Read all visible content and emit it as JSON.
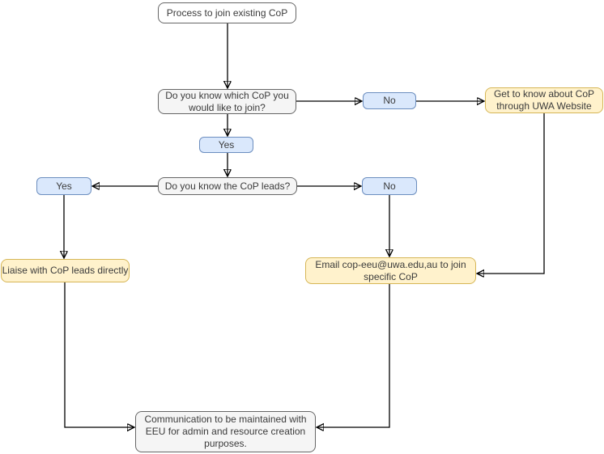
{
  "diagram": {
    "type": "flowchart",
    "title": "Process to join existing CoP",
    "nodes": {
      "start": {
        "label": "Process to join existing CoP",
        "shape": "rounded-rect",
        "fill": "#ffffff",
        "border": "#666666"
      },
      "q_which": {
        "label": "Do you know which CoP you would like to join?",
        "shape": "rounded-rect",
        "fill": "#f5f5f5",
        "border": "#666666"
      },
      "no1": {
        "label": "No",
        "shape": "rounded-rect",
        "fill": "#dae8fc",
        "border": "#6c8ebf"
      },
      "website": {
        "label": "Get to know about CoP through UWA Website",
        "shape": "rounded-rect",
        "fill": "#fff2cc",
        "border": "#d6b656"
      },
      "yes1": {
        "label": "Yes",
        "shape": "rounded-rect",
        "fill": "#dae8fc",
        "border": "#6c8ebf"
      },
      "q_leads": {
        "label": "Do you know the CoP leads?",
        "shape": "rounded-rect",
        "fill": "#f5f5f5",
        "border": "#666666"
      },
      "yes2": {
        "label": "Yes",
        "shape": "rounded-rect",
        "fill": "#dae8fc",
        "border": "#6c8ebf"
      },
      "no2": {
        "label": "No",
        "shape": "rounded-rect",
        "fill": "#dae8fc",
        "border": "#6c8ebf"
      },
      "liaise": {
        "label": "Liaise with CoP leads directly",
        "shape": "rounded-rect",
        "fill": "#fff2cc",
        "border": "#d6b656"
      },
      "email": {
        "label": "Email cop-eeu@uwa.edu,au to join specific CoP",
        "shape": "rounded-rect",
        "fill": "#fff2cc",
        "border": "#d6b656"
      },
      "comm": {
        "label": "Communication to be maintained with EEU for admin and resource creation purposes.",
        "shape": "rounded-rect",
        "fill": "#f5f5f5",
        "border": "#666666"
      }
    },
    "edges": [
      {
        "from": "start",
        "to": "q_which"
      },
      {
        "from": "q_which",
        "to": "no1"
      },
      {
        "from": "no1",
        "to": "website"
      },
      {
        "from": "q_which",
        "to": "yes1"
      },
      {
        "from": "yes1",
        "to": "q_leads"
      },
      {
        "from": "q_leads",
        "to": "yes2"
      },
      {
        "from": "q_leads",
        "to": "no2"
      },
      {
        "from": "yes2",
        "to": "liaise"
      },
      {
        "from": "no2",
        "to": "email"
      },
      {
        "from": "website",
        "to": "email"
      },
      {
        "from": "liaise",
        "to": "comm"
      },
      {
        "from": "email",
        "to": "comm"
      }
    ],
    "colors": {
      "background": "#ffffff",
      "gray_fill": "#f5f5f5",
      "gray_border": "#666666",
      "blue_fill": "#dae8fc",
      "blue_border": "#6c8ebf",
      "yellow_fill": "#fff2cc",
      "yellow_border": "#d6b656",
      "text": "#3b3b3b",
      "arrow": "#000000"
    }
  }
}
